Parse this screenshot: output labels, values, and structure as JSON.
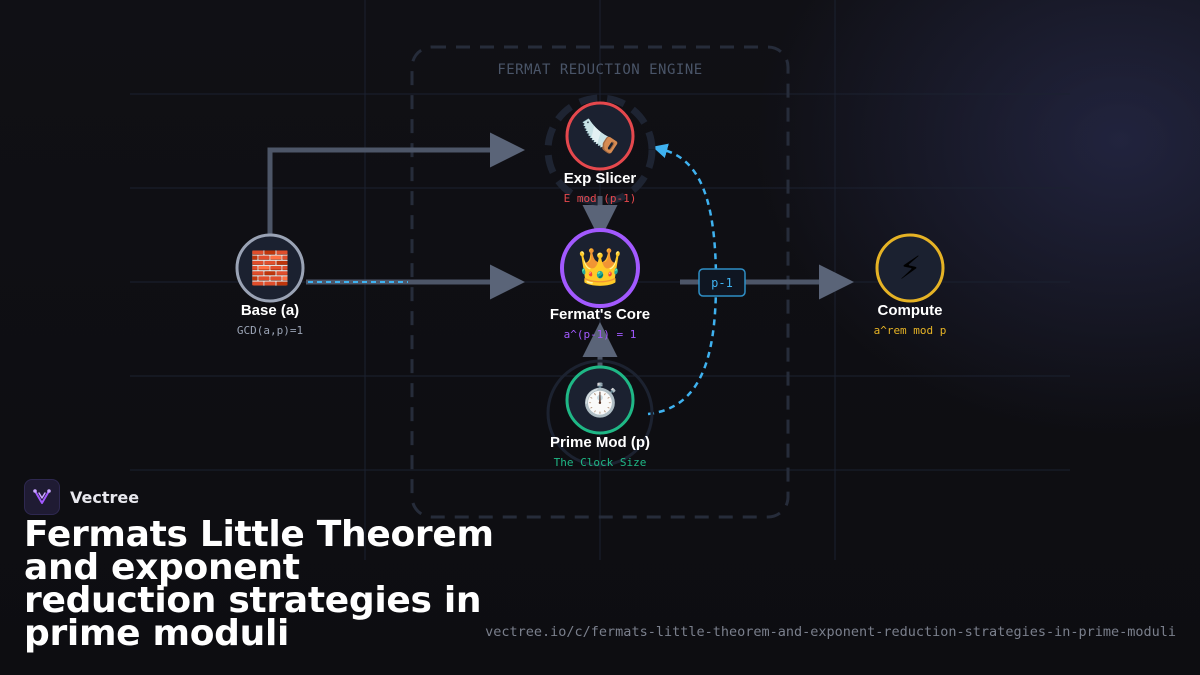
{
  "group": {
    "title": "FERMAT REDUCTION ENGINE"
  },
  "nodes": [
    {
      "id": "base",
      "icon": "brick-icon",
      "glyph": "🧱",
      "label": "Base (a)",
      "sub": "GCD(a,p)=1",
      "color": "#9aa3b5",
      "sub_color": "#9aa3b5"
    },
    {
      "id": "slicer",
      "icon": "saw-icon",
      "glyph": "🪚",
      "label": "Exp Slicer",
      "sub": "E mod (p-1)",
      "color": "#e5484d",
      "sub_color": "#e5484d"
    },
    {
      "id": "core",
      "icon": "crown-icon",
      "glyph": "👑",
      "label": "Fermat's Core",
      "sub": "a^(p-1) = 1",
      "color": "#a259ff",
      "sub_color": "#a259ff"
    },
    {
      "id": "prime",
      "icon": "stopwatch-icon",
      "glyph": "⏱️",
      "label": "Prime Mod (p)",
      "sub": "The Clock Size",
      "color": "#1fb886",
      "sub_color": "#1fb886"
    },
    {
      "id": "compute",
      "icon": "lightning-icon",
      "glyph": "⚡",
      "label": "Compute",
      "sub": "a^rem mod p",
      "color": "#e6b325",
      "sub_color": "#e6b325"
    }
  ],
  "edge_label": {
    "text": "p-1"
  },
  "brand": {
    "name": "Vectree"
  },
  "title": "Fermats Little Theorem and exponent reduction strategies in prime moduli",
  "url": "vectree.io/c/fermats-little-theorem-and-exponent-reduction-strategies-in-prime-moduli",
  "colors": {
    "background": "#0f0f13",
    "edge": "#5a6478",
    "dashed_flow": "#3fb2f0",
    "group_border": "#2a3040"
  }
}
